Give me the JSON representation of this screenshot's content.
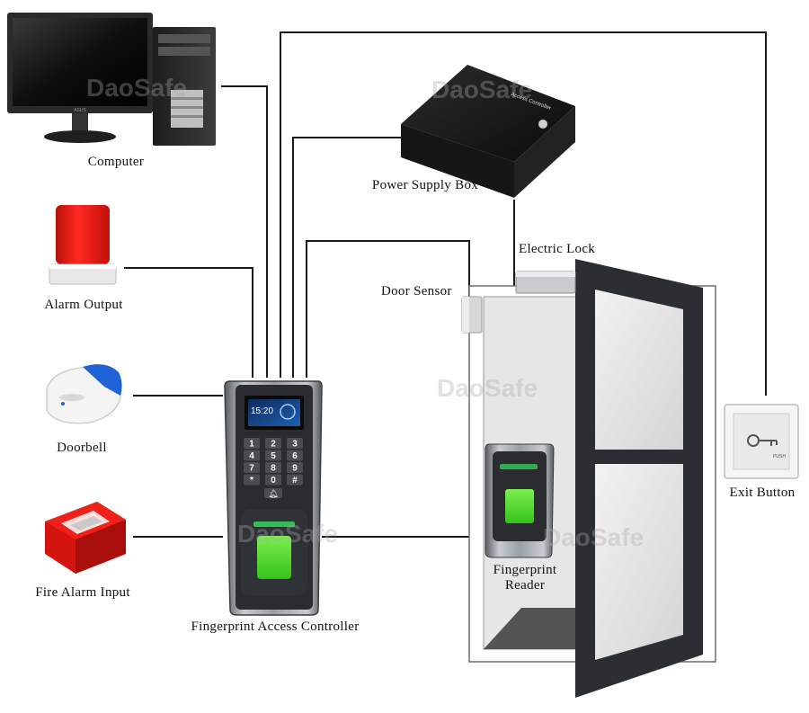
{
  "labels": {
    "computer": "Computer",
    "alarm_output": "Alarm Output",
    "doorbell": "Doorbell",
    "fire_alarm_input": "Fire Alarm Input",
    "fingerprint_access_controller": "Fingerprint Access Controller",
    "power_supply_box": "Power Supply Box",
    "electric_lock": "Electric Lock",
    "door_sensor": "Door Sensor",
    "exit_button": "Exit Button",
    "fingerprint_reader_line1": "Fingerprint",
    "fingerprint_reader_line2": "Reader"
  },
  "device_text": {
    "controller_screen_time": "15:20",
    "power_box_brand": "Access Controller",
    "exit_button_text": "PUSH",
    "monitor_brand": "ASUS",
    "keypad": [
      "1",
      "2",
      "3",
      "4",
      "5",
      "6",
      "7",
      "8",
      "9",
      "*",
      "0",
      "#"
    ]
  },
  "watermark": "DaoSafe",
  "colors": {
    "wire": "#1a1a1a",
    "fingerprint_green": "#5ee13a",
    "alarm_red": "#e61a14",
    "doorbell_blue": "#1f63d6",
    "door_frame": "#2b2f33"
  }
}
